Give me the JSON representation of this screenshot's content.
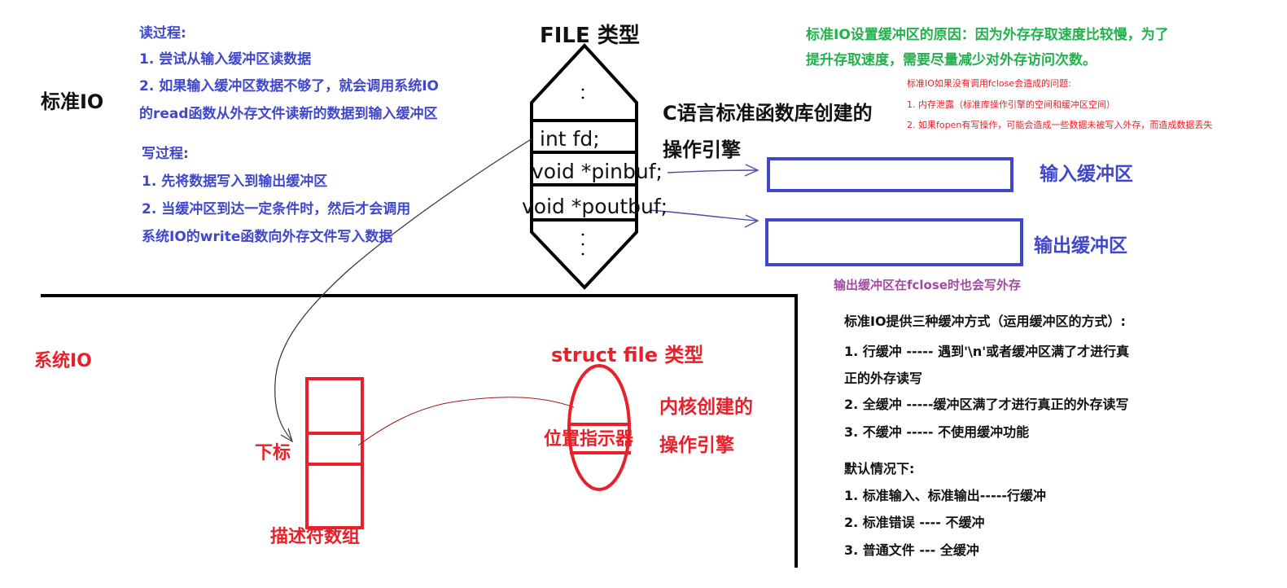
{
  "standard_io": {
    "title": "标准IO",
    "read_title": "读过程:",
    "read_1": "1. 尝试从输入缓冲区读数据",
    "read_2a": "2. 如果输入缓冲区数据不够了，就会调用系统IO",
    "read_2b": "的read函数从外存文件读新的数据到输入缓冲区",
    "write_title": "写过程:",
    "write_1": "1. 先将数据写入到输出缓冲区",
    "write_2a": "2. 当缓冲区到达一定条件时，然后才会调用",
    "write_2b": "系统IO的write函数向外存文件写入数据"
  },
  "file_struct": {
    "title": "FILE 类型",
    "field_fd": "int fd;",
    "field_pinbuf": "void *pinbuf;",
    "field_poutbuf": "void *poutbuf;",
    "caption_line1": "C语言标准函数库创建的",
    "caption_line2": "操作引擎"
  },
  "buffers": {
    "input_label": "输入缓冲区",
    "output_label": "输出缓冲区",
    "output_note": "输出缓冲区在fclose时也会写外存"
  },
  "notes": {
    "reason_line1": "标准IO设置缓冲区的原因：因为外存存取速度比较慢，为了",
    "reason_line2": "提升存取速度，需要尽量减少对外存访问次数。",
    "fclose_title": "标准IO如果没有调用fclose会造成的问题:",
    "fclose_1": "1. 内存泄露（标准库操作引擎的空间和缓冲区空间）",
    "fclose_2": "2. 如果fopen有写操作，可能会造成一些数据未被写入外存，而造成数据丢失"
  },
  "buffer_modes": {
    "title": "标准IO提供三种缓冲方式（运用缓冲区的方式）:",
    "line_1a": "1. 行缓冲 ----- 遇到'\\n'或者缓冲区满了才进行真",
    "line_1b": "正的外存读写",
    "line_2": "2. 全缓冲 -----缓冲区满了才进行真正的外存读写",
    "line_3": "3. 不缓冲 ----- 不使用缓冲功能",
    "default_title": "默认情况下:",
    "default_1": "1. 标准输入、标准输出-----行缓冲",
    "default_2": "2. 标准错误 ---- 不缓冲",
    "default_3": "3. 普通文件 --- 全缓冲"
  },
  "system_io": {
    "title": "系统IO",
    "index_label": "下标",
    "array_label": "描述符数组",
    "struct_title": "struct file 类型",
    "position_label": "位置指示器",
    "kernel_line1": "内核创建的",
    "kernel_line2": "操作引擎"
  },
  "colors": {
    "blue": "#3f48cc",
    "red": "#e8202a",
    "green": "#22b14c",
    "purple": "#a349a4",
    "black": "#000000"
  }
}
